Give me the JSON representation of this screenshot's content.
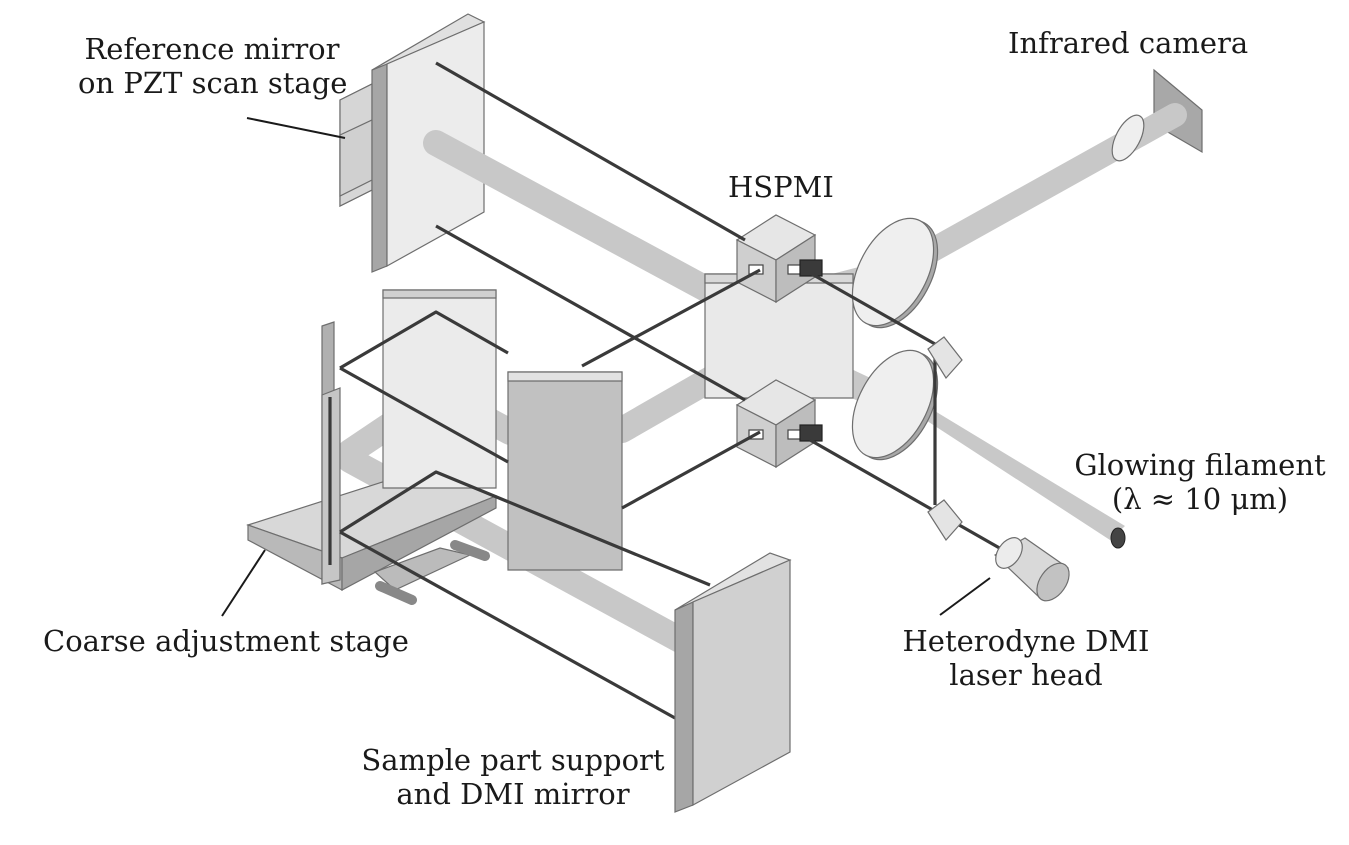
{
  "labels": {
    "reference_mirror": {
      "line1": "Reference mirror",
      "line2": "on PZT scan stage"
    },
    "infrared_camera": "Infrared camera",
    "hspmi": "HSPMI",
    "glowing_filament": {
      "line1": "Glowing filament",
      "line2": "(λ ≈ 10 μm)"
    },
    "heterodyne": {
      "line1": "Heterodyne DMI",
      "line2": "laser head"
    },
    "coarse_stage": "Coarse adjustment stage",
    "sample_support": {
      "line1": "Sample part support",
      "line2": "and DMI mirror"
    }
  },
  "colors": {
    "beam": "#c8c8c8",
    "laser_line": "#3a3a3a",
    "plate_light": "#ececec",
    "plate_mid": "#d2d2d2",
    "plate_dark": "#a6a6a6",
    "outline": "#6e6e6e",
    "text": "#1a1a1a"
  }
}
